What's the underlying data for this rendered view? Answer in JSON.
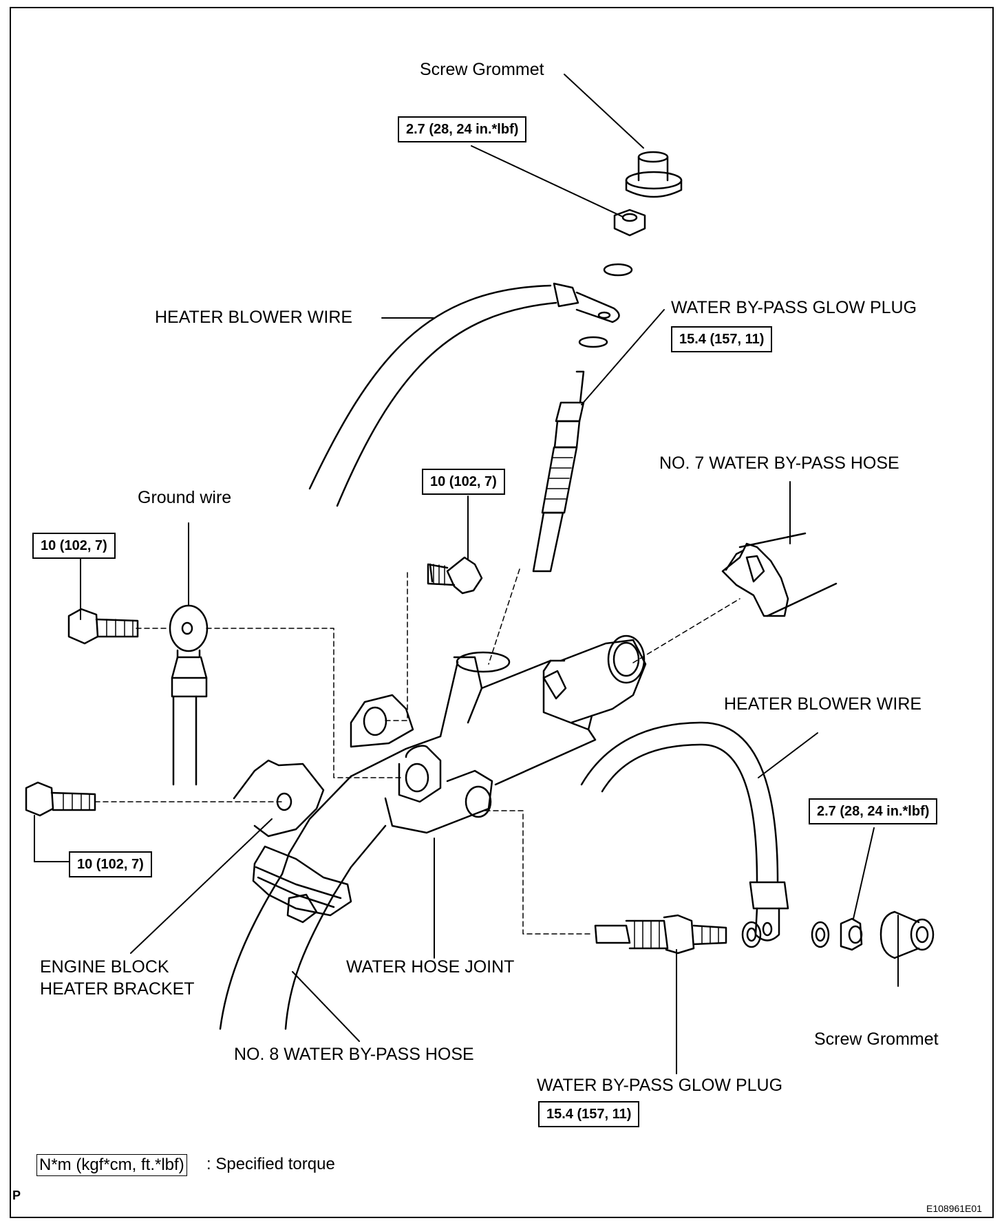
{
  "labels": {
    "screw_grommet_top": "Screw Grommet",
    "heater_blower_wire_top": "HEATER BLOWER WIRE",
    "water_bypass_glow_plug_top": "WATER BY-PASS GLOW PLUG",
    "no7_hose": "NO. 7 WATER BY-PASS HOSE",
    "ground_wire": "Ground wire",
    "heater_blower_wire_right": "HEATER BLOWER WIRE",
    "engine_block_heater_bracket_1": "ENGINE BLOCK",
    "engine_block_heater_bracket_2": "HEATER BRACKET",
    "water_hose_joint": "WATER HOSE JOINT",
    "no8_hose": "NO. 8 WATER BY-PASS HOSE",
    "screw_grommet_right": "Screw Grommet",
    "water_bypass_glow_plug_bottom": "WATER BY-PASS GLOW PLUG"
  },
  "torques": {
    "nut_top": "2.7 (28, 24 in.*lbf)",
    "glow_plug_top": "15.4 (157, 11)",
    "bolt_center": "10 (102, 7)",
    "bolt_ground": "10 (102, 7)",
    "bolt_bracket": "10 (102, 7)",
    "nut_right": "2.7 (28, 24 in.*lbf)",
    "glow_plug_bottom": "15.4 (157, 11)"
  },
  "legend": {
    "unit_box": "N*m (kgf*cm, ft.*lbf)",
    "description": ": Specified torque"
  },
  "corner": {
    "letter": "P",
    "code": "E108961E01"
  }
}
